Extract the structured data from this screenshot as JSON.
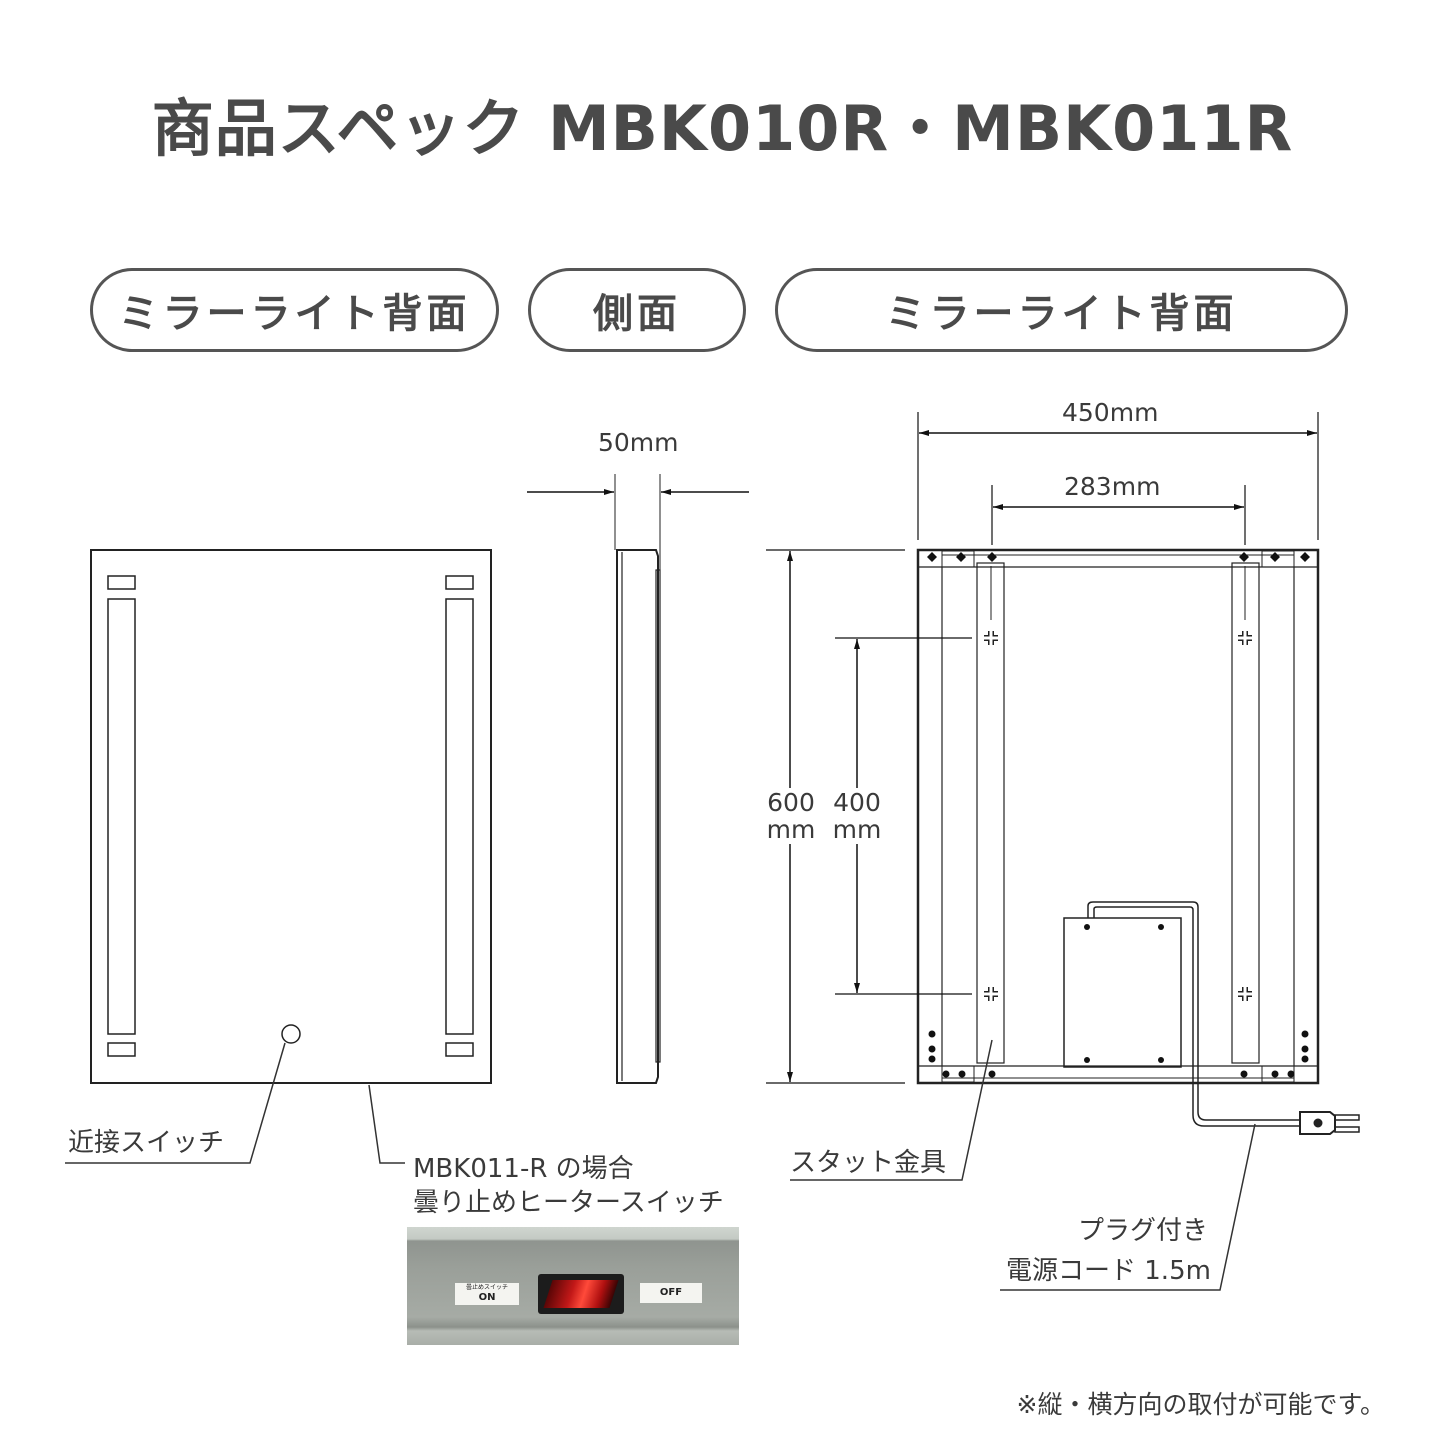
{
  "title": "商品スペック MBK010R・MBK011R",
  "views": {
    "left_label": "ミラーライト背面",
    "middle_label": "側面",
    "right_label": "ミラーライト背面"
  },
  "dimensions": {
    "depth": "50mm",
    "width": "450mm",
    "stud_spacing": "283mm",
    "height_value": "600",
    "height_unit": "mm",
    "stud_height_value": "400",
    "stud_height_unit": "mm"
  },
  "callouts": {
    "proximity_switch": "近接スイッチ",
    "heater_switch_line1": "MBK011-R の場合",
    "heater_switch_line2": "曇り止めヒータースイッチ",
    "stud_bracket": "スタット金具",
    "cord_line1": "プラグ付き",
    "cord_line2": "電源コード 1.5m"
  },
  "photo": {
    "tag_small": "曇止めスイッチ",
    "on_label": "ON",
    "off_label": "OFF",
    "switch_color": "#c21818"
  },
  "note": "※縦・横方向の取付が可能です。"
}
